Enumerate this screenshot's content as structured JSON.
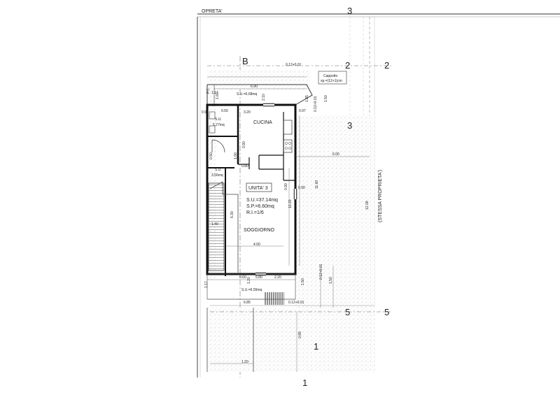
{
  "header": {
    "title_fragment": "OPRETA'",
    "section_marker": "B"
  },
  "markers": {
    "three": "3",
    "two": "2",
    "five": "5",
    "one": "1"
  },
  "side_label": "(STESSA PROPRIETA')",
  "unit": {
    "name": "UNITA' 3",
    "su": "S.U.=37.14mq",
    "sp": "S.P.=6.60mq",
    "ri": "R.I.=1/6",
    "rooms": {
      "kitchen": "CUCINA",
      "living": "SOGGIORNO"
    }
  },
  "areas": {
    "top": "S.U.=6.68mq",
    "bath": "S.U.\n5.27mq",
    "closet": "S.U.\n3.56mq",
    "bottom": "S.U.=6.55mq"
  },
  "cappotto": {
    "line1": "Cappotto",
    "line2": "sp.=(12+1)cm"
  },
  "dims": {
    "d_012_top": "0.12+0.01",
    "d_012_bottom": "0.12+0.01",
    "d_690": "6.90",
    "d_320": "3.20",
    "d_097": "0.97",
    "d_185": "1.85",
    "d_150a": "1.50",
    "d_012v": "0.12+0.01",
    "d_600": "6.00",
    "d_1160": "11.60",
    "d_080": "0.80",
    "d_390": "3.90",
    "d_100": "1.00",
    "d_690v": "6.90",
    "d_1020": "10.20",
    "d_630": "6.30",
    "d_400": "4.00",
    "d_060": "0.60",
    "d_580": "5.80",
    "d_220": "2.20",
    "d_117": "1.17",
    "d_685": "6.85",
    "d_150b": "1.50",
    "d_012v2": "0.12+0.01",
    "d_150c": "1.50",
    "d_120": "1.20",
    "d_085": "0.85",
    "d_1200": "12.00",
    "d_095": "0.95",
    "d_050": "0.50",
    "pc": "P.C.",
    "pc_val": "1.17",
    "d_160": "1.60",
    "d_210": "2.10",
    "d_090": "0.90",
    "d_120b": "1.20",
    "d_050b": "0.50",
    "d_140": "1.40"
  }
}
